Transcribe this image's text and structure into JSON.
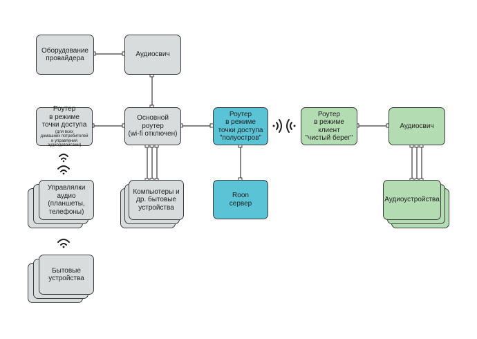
{
  "nodes": {
    "provider": {
      "label_lines": [
        "Оборудование",
        "провайдера"
      ]
    },
    "switch_top": {
      "label_lines": [
        "Аудиосвич"
      ]
    },
    "router_ap": {
      "label_lines": [
        "Роутер",
        "в режиме",
        "точки доступа"
      ],
      "note_lines": [
        "(для всех",
        "домашних потребителей",
        "и управления",
        "аудиодевайсами)"
      ]
    },
    "main_router": {
      "label_lines": [
        "Основной",
        "роутер",
        "(wi-fi отключен)"
      ]
    },
    "router_bridge": {
      "label_lines": [
        "Роутер",
        "в режиме",
        "точки доступа",
        "\"полуостров\""
      ]
    },
    "router_client": {
      "label_lines": [
        "Роутер",
        "в режиме",
        "клиент",
        "\"чистый берег\""
      ]
    },
    "switch_right": {
      "label_lines": [
        "Аудиосвич"
      ]
    },
    "controllers": {
      "label_lines": [
        "Управлялки",
        "аудио",
        "(планшеты,",
        "телефоны)"
      ]
    },
    "computers": {
      "label_lines": [
        "Компьютеры и",
        "др. бытовые",
        "устройства"
      ]
    },
    "roon": {
      "label_lines": [
        "Roon",
        "сервер"
      ]
    },
    "audio_devices": {
      "label_lines": [
        "Аудиоустройства"
      ]
    },
    "household": {
      "label_lines": [
        "Бытовые",
        "устройства"
      ]
    }
  },
  "colors": {
    "gray": "#d9dcdd",
    "blue": "#5bc3d6",
    "green": "#b4dcb2",
    "line": "#3a3a3a"
  },
  "icons": [
    "wifi-icon",
    "wifi-icon",
    "wifi-icon",
    "signal-right-icon",
    "signal-left-icon"
  ]
}
